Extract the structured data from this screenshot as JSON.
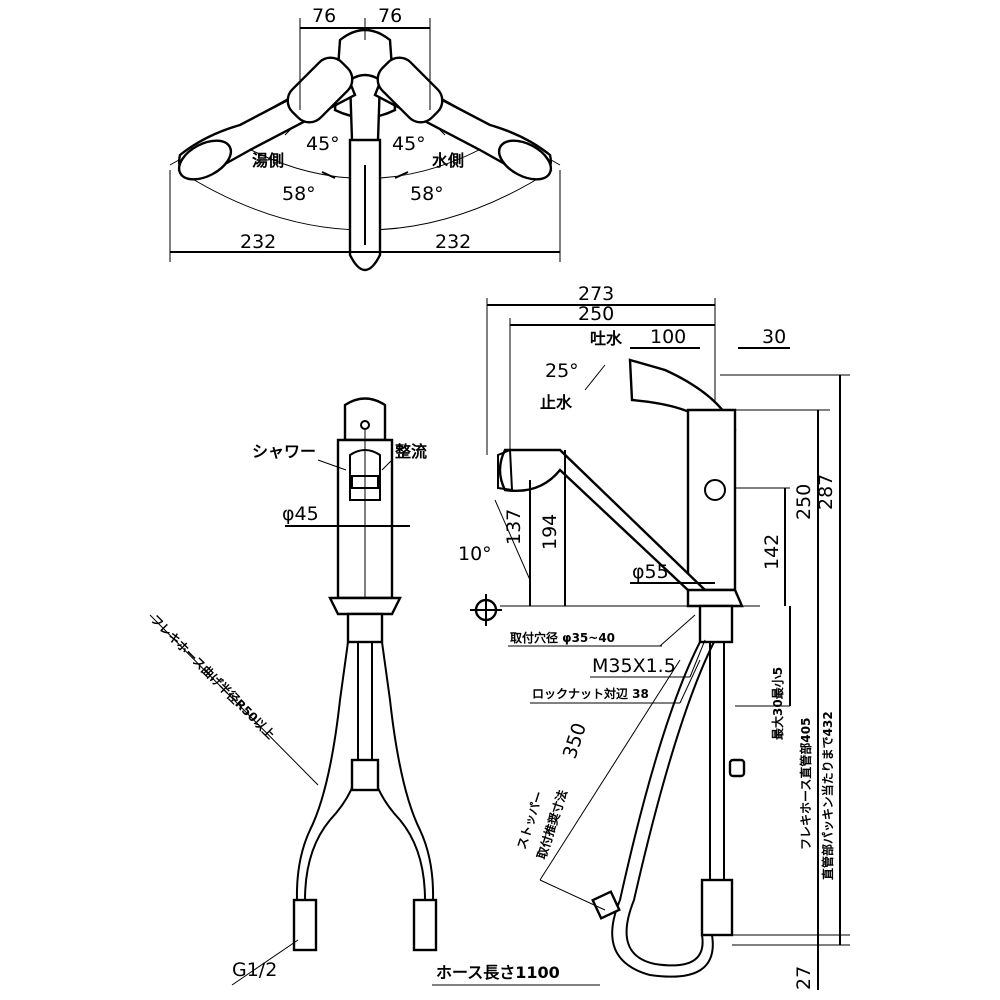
{
  "top_view": {
    "dim_left_76": "76",
    "dim_right_76": "76",
    "angle_left_45": "45°",
    "angle_right_45": "45°",
    "hot_side": "湯側",
    "cold_side": "水側",
    "angle_left_58": "58°",
    "angle_right_58": "58°",
    "dim_left_232": "232",
    "dim_right_232": "232"
  },
  "front_view": {
    "shower": "シャワー",
    "straight": "整流",
    "dia_45": "φ45",
    "flex_bend": "フレキホース曲げ半径R50以上",
    "g_half": "G1/2",
    "hose_length": "ホース長さ1100"
  },
  "side_view": {
    "dim_273": "273",
    "dim_250_top": "250",
    "spout_on": "吐水",
    "dim_100": "100",
    "dim_30": "30",
    "angle_25": "25°",
    "spout_off": "止水",
    "angle_10": "10°",
    "dim_137": "137",
    "dim_194": "194",
    "dia_55": "φ55",
    "dim_142": "142",
    "dim_250_vert": "250",
    "dim_287": "287",
    "hole_dia": "取付穴径 φ35~40",
    "thread": "M35X1.5",
    "locknut": "ロックナット対辺 38",
    "stopper": "ストッパー",
    "stopper_dim": "取付推奨寸法",
    "dim_350": "350",
    "max30": "最大30最小5",
    "flex_straight": "フレキホース直管部405",
    "packing": "直管部パッキン当たりまで432",
    "dim_27": "27"
  }
}
